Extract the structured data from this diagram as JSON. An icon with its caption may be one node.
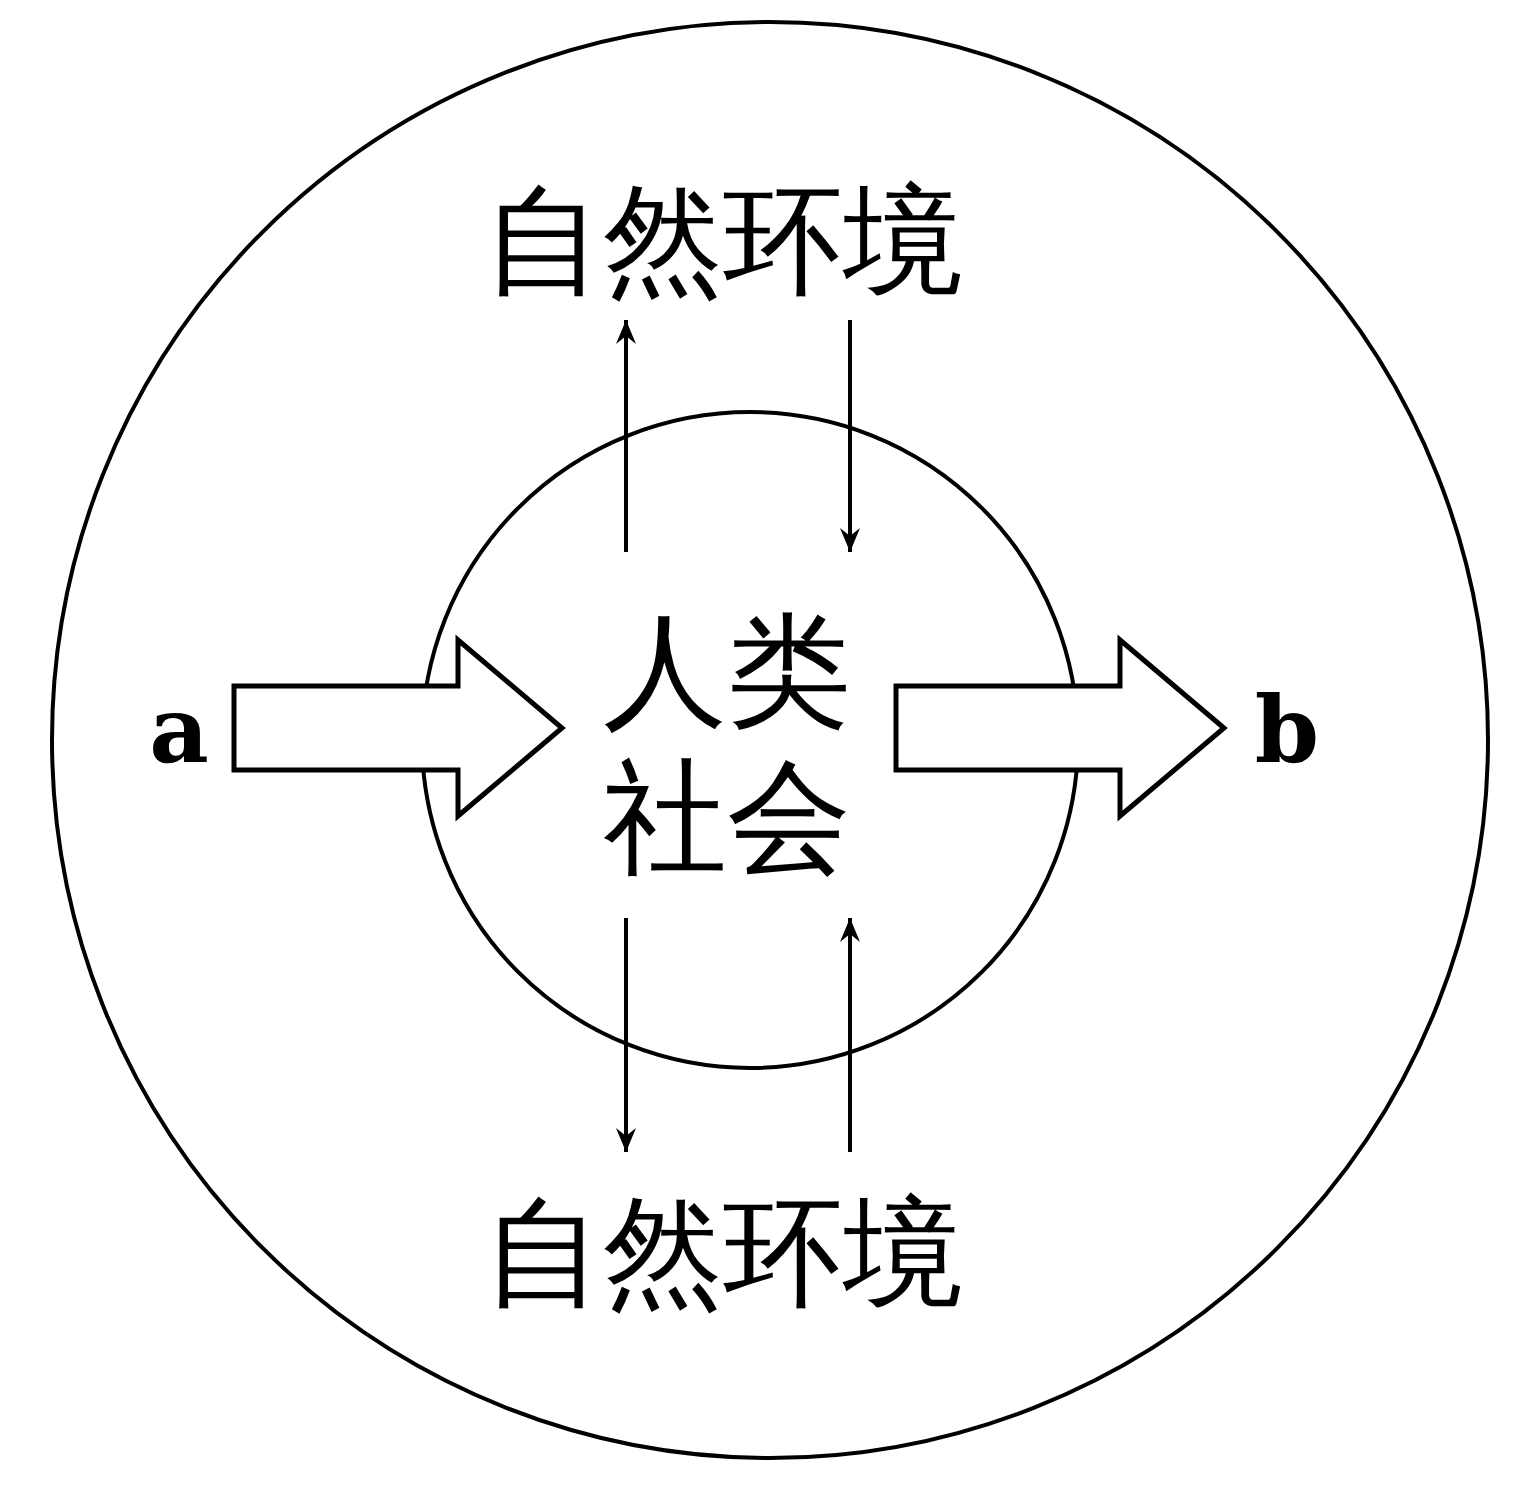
{
  "diagram": {
    "nodes": [
      {
        "text": [],
        "shape": "circle"
      },
      {
        "text": [
          "自然环境"
        ],
        "in": 0
      },
      {
        "text": [
          "a"
        ],
        "in": 0
      },
      {
        "text": [
          "人类社会"
        ],
        "in": 0
      },
      {
        "text": [
          "b"
        ],
        "in": 0
      },
      {
        "text": [
          "自然环境"
        ],
        "in": 0
      }
    ],
    "edges": [
      {
        "from": 3,
        "to": 1,
        "arrow": "to"
      },
      {
        "from": 1,
        "to": 3,
        "arrow": "to"
      },
      {
        "from": 2,
        "to": 3,
        "arrow": "to",
        "style": "thick"
      },
      {
        "from": 3,
        "to": 4,
        "arrow": "to",
        "style": "thick"
      },
      {
        "from": 3,
        "to": 5,
        "arrow": "to"
      },
      {
        "from": 5,
        "to": 3,
        "arrow": "to"
      }
    ]
  }
}
